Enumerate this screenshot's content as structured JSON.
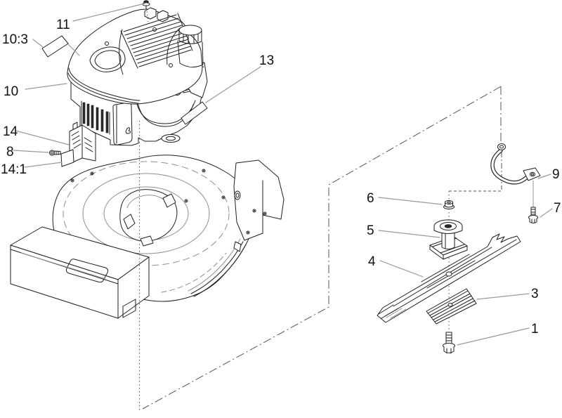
{
  "diagram": {
    "background": "#ffffff",
    "colors": {
      "line": "#1f1f1f",
      "leader": "#9a9a9a",
      "construction": "#555555",
      "accent_gray": "#8f8f8f",
      "label": "#111111"
    },
    "callouts": {
      "c11": "11",
      "c10_3": "10:3",
      "c10": "10",
      "c14": "14",
      "c8": "8",
      "c14_1": "14:1",
      "c13": "13",
      "c9": "9",
      "c7": "7",
      "c6": "6",
      "c5": "5",
      "c4": "4",
      "c3": "3",
      "c1": "1"
    }
  }
}
